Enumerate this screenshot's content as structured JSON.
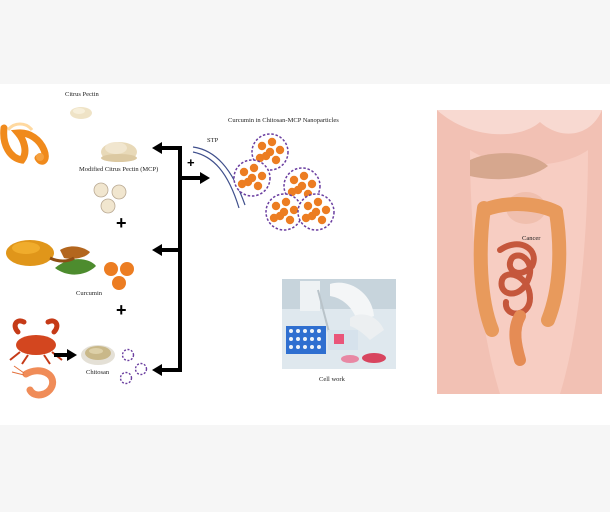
{
  "labels": {
    "citrus_pectin": "Citrus Pectin",
    "mcp": "Modified Citrus Pectin (MCP)",
    "curcumin": "Curcumin",
    "chitosan": "Chitosan",
    "nanoparticles_title": "Curcumin in Chitosan-MCP Nanoparticles",
    "stp": "STP",
    "cell_work": "Cell work",
    "cancer": "Cancer"
  },
  "symbols": {
    "plus": "+"
  },
  "colors": {
    "orange": "#ec7d22",
    "purple_dashed": "#6b3fa0",
    "beige": "#f1e6cf",
    "arrow": "#000000",
    "skin": "#f6c9bf",
    "page_bg": "#f6f6f6"
  }
}
